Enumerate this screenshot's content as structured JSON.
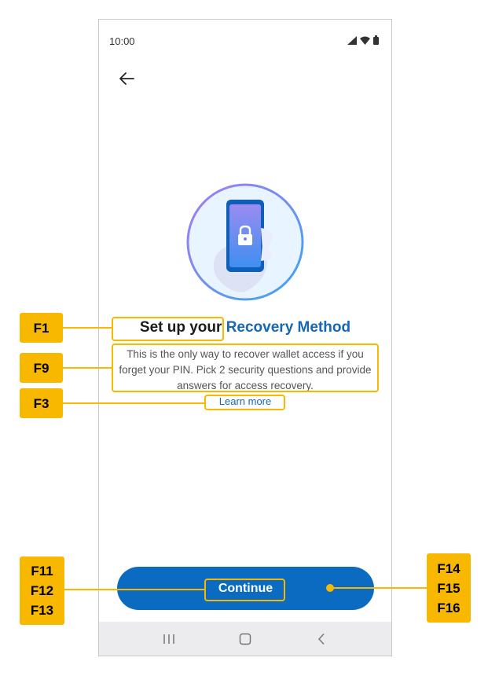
{
  "status_bar": {
    "time": "10:00",
    "icons": [
      "signal-icon",
      "wifi-icon",
      "battery-icon"
    ]
  },
  "nav": {
    "back_icon": "arrow-left-icon"
  },
  "hero": {
    "icon": "phone-lock-icon"
  },
  "content": {
    "title_part1": "Set up your",
    "title_part2": "Recovery Method",
    "description": "This is the only way to recover wallet access if you forget your PIN. Pick 2 security questions and provide answers for access recovery.",
    "learn_more": "Learn more"
  },
  "cta": {
    "label": "Continue"
  },
  "system_nav": {
    "items": [
      "recents-icon",
      "home-icon",
      "back-icon"
    ]
  },
  "annotations": {
    "f1": "F1",
    "f9": "F9",
    "f3": "F3",
    "left_group": [
      "F11",
      "F12",
      "F13"
    ],
    "right_group": [
      "F14",
      "F15",
      "F16"
    ]
  },
  "colors": {
    "accent": "#1668b4",
    "button": "#0b6bc0",
    "annotation": "#f8b800"
  }
}
